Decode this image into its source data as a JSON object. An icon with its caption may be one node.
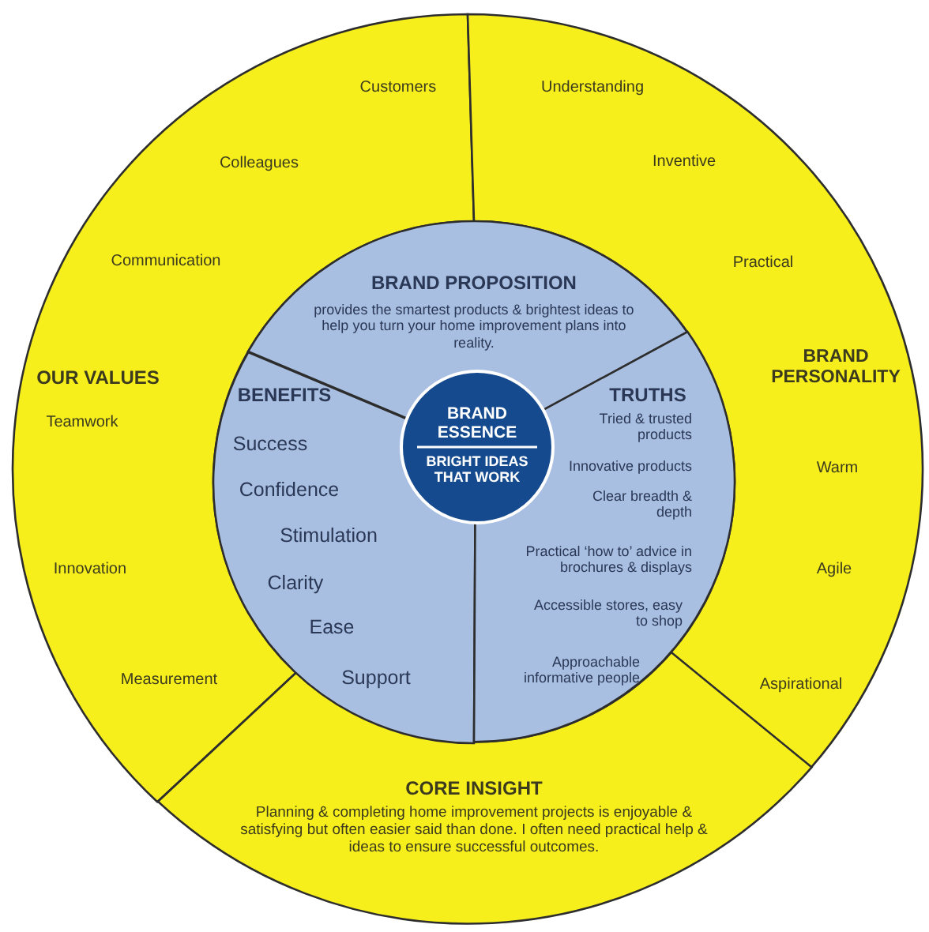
{
  "diagram": {
    "nodes": [
      {
        "text": [
          "OUR VALUES",
          "Customers",
          "Colleagues",
          "Communication",
          "Teamwork",
          "Innovation",
          "Measurement"
        ]
      },
      {
        "text": [
          "BRAND PERSONALITY",
          "Understanding",
          "Inventive",
          "Practical",
          "Warm",
          "Agile",
          "Aspirational"
        ]
      },
      {
        "text": [
          "CORE INSIGHT",
          "Planning & completing home improvement projects is enjoyable & satisfying but often easier said than done. I often need practical help & ideas to ensure successful outcomes."
        ]
      },
      {
        "text": [
          "BRAND PROPOSITION",
          "provides the smartest products & brightest ideas to help you turn your home improvement plans into reality."
        ]
      },
      {
        "text": [
          "BENEFITS",
          "Success",
          "Confidence",
          "Stimulation",
          "Clarity",
          "Ease",
          "Support"
        ]
      },
      {
        "text": [
          "TRUTHS",
          "Tried & trusted products",
          "Innovative products",
          "Clear breadth & depth",
          "Practical ‘how to’ advice in brochures & displays",
          "Accessible stores, easy to shop",
          "Approachable informative people"
        ]
      },
      {
        "text": [
          "BRAND ESSENCE",
          "BRIGHT IDEAS THAT WORK"
        ]
      }
    ]
  }
}
